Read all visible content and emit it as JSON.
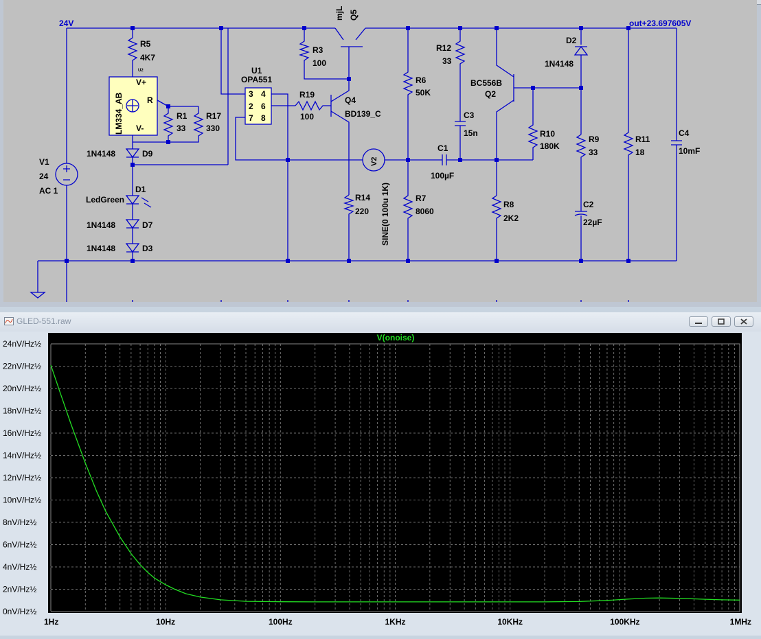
{
  "schematic": {
    "net_labels": {
      "supply": "24V",
      "output": "out+23.697605V"
    },
    "components": {
      "R5": {
        "ref": "R5",
        "value": "4K7"
      },
      "U2": {
        "ref": "U2",
        "part": "LM334_AB",
        "pin_vplus": "V+",
        "pin_r": "R",
        "pin_vminus": "V-"
      },
      "R1": {
        "ref": "R1",
        "value": "33"
      },
      "R17": {
        "ref": "R17",
        "value": "330"
      },
      "D9": {
        "ref": "D9",
        "part": "1N4148"
      },
      "D1": {
        "ref": "D1",
        "part": "LedGreen"
      },
      "D7": {
        "ref": "D7",
        "part": "1N4148"
      },
      "D3": {
        "ref": "D3",
        "part": "1N4148"
      },
      "V1": {
        "ref": "V1",
        "value": "24",
        "ac": "AC 1"
      },
      "U1": {
        "ref": "U1",
        "part": "OPA551",
        "pins": [
          "3",
          "4",
          "2",
          "6",
          "7",
          "8"
        ]
      },
      "R3": {
        "ref": "R3",
        "value": "100"
      },
      "Q5": {
        "ref": "Q5",
        "part": "mjL"
      },
      "R19": {
        "ref": "R19",
        "value": "100"
      },
      "Q4": {
        "ref": "Q4",
        "part": "BD139_C"
      },
      "V2": {
        "ref": "V2",
        "value": "SINE(0 100u 1K)"
      },
      "R14": {
        "ref": "R14",
        "value": "220"
      },
      "R6": {
        "ref": "R6",
        "value": "50K"
      },
      "R7": {
        "ref": "R7",
        "value": "8060"
      },
      "R12": {
        "ref": "R12",
        "value": "33"
      },
      "C3": {
        "ref": "C3",
        "value": "15n"
      },
      "C1": {
        "ref": "C1",
        "value": "100µF"
      },
      "Q2": {
        "ref": "Q2",
        "part": "BC556B"
      },
      "R10": {
        "ref": "R10",
        "value": "180K"
      },
      "R8": {
        "ref": "R8",
        "value": "2K2"
      },
      "D2": {
        "ref": "D2",
        "part": "1N4148"
      },
      "R9": {
        "ref": "R9",
        "value": "33"
      },
      "C2": {
        "ref": "C2",
        "value": "22µF"
      },
      "R11": {
        "ref": "R11",
        "value": "18"
      },
      "C4": {
        "ref": "C4",
        "value": "10mF"
      }
    }
  },
  "plot_window": {
    "title": "GLED-551.raw",
    "colors": {
      "background": "#000000",
      "grid": "#6e6e6e",
      "trace": "#22dd22",
      "axis_text": "#000000"
    }
  },
  "chart_data": {
    "type": "line",
    "title": "V(onoise)",
    "x_scale": "log",
    "xlim": [
      1,
      1000000
    ],
    "ylim": [
      0,
      24
    ],
    "x_ticks": [
      {
        "v": 1,
        "label": "1Hz"
      },
      {
        "v": 10,
        "label": "10Hz"
      },
      {
        "v": 100,
        "label": "100Hz"
      },
      {
        "v": 1000,
        "label": "1KHz"
      },
      {
        "v": 10000,
        "label": "10KHz"
      },
      {
        "v": 100000,
        "label": "100KHz"
      },
      {
        "v": 1000000,
        "label": "1MHz"
      }
    ],
    "y_ticks": [
      {
        "v": 0,
        "label": "0nV/Hz½"
      },
      {
        "v": 2,
        "label": "2nV/Hz½"
      },
      {
        "v": 4,
        "label": "4nV/Hz½"
      },
      {
        "v": 6,
        "label": "6nV/Hz½"
      },
      {
        "v": 8,
        "label": "8nV/Hz½"
      },
      {
        "v": 10,
        "label": "10nV/Hz½"
      },
      {
        "v": 12,
        "label": "12nV/Hz½"
      },
      {
        "v": 14,
        "label": "14nV/Hz½"
      },
      {
        "v": 16,
        "label": "16nV/Hz½"
      },
      {
        "v": 18,
        "label": "18nV/Hz½"
      },
      {
        "v": 20,
        "label": "20nV/Hz½"
      },
      {
        "v": 22,
        "label": "22nV/Hz½"
      },
      {
        "v": 24,
        "label": "24nV/Hz½"
      }
    ],
    "grid": true,
    "series": [
      {
        "x": [
          1,
          1.2,
          1.5,
          2,
          2.5,
          3,
          4,
          5,
          6,
          7,
          8,
          10,
          12,
          15,
          20,
          30,
          50,
          70,
          100,
          200,
          500,
          1000,
          2000,
          5000,
          10000,
          20000,
          40000,
          70000,
          100000,
          150000,
          200000,
          300000,
          500000,
          700000,
          1000000
        ],
        "y": [
          22.1,
          19.7,
          16.8,
          13.3,
          10.8,
          9.0,
          6.7,
          5.2,
          4.2,
          3.5,
          3.0,
          2.4,
          2.0,
          1.6,
          1.3,
          1.05,
          0.92,
          0.9,
          0.88,
          0.87,
          0.87,
          0.87,
          0.87,
          0.87,
          0.87,
          0.87,
          0.9,
          1.0,
          1.1,
          1.2,
          1.22,
          1.18,
          1.1,
          1.05,
          1.03
        ]
      }
    ]
  }
}
